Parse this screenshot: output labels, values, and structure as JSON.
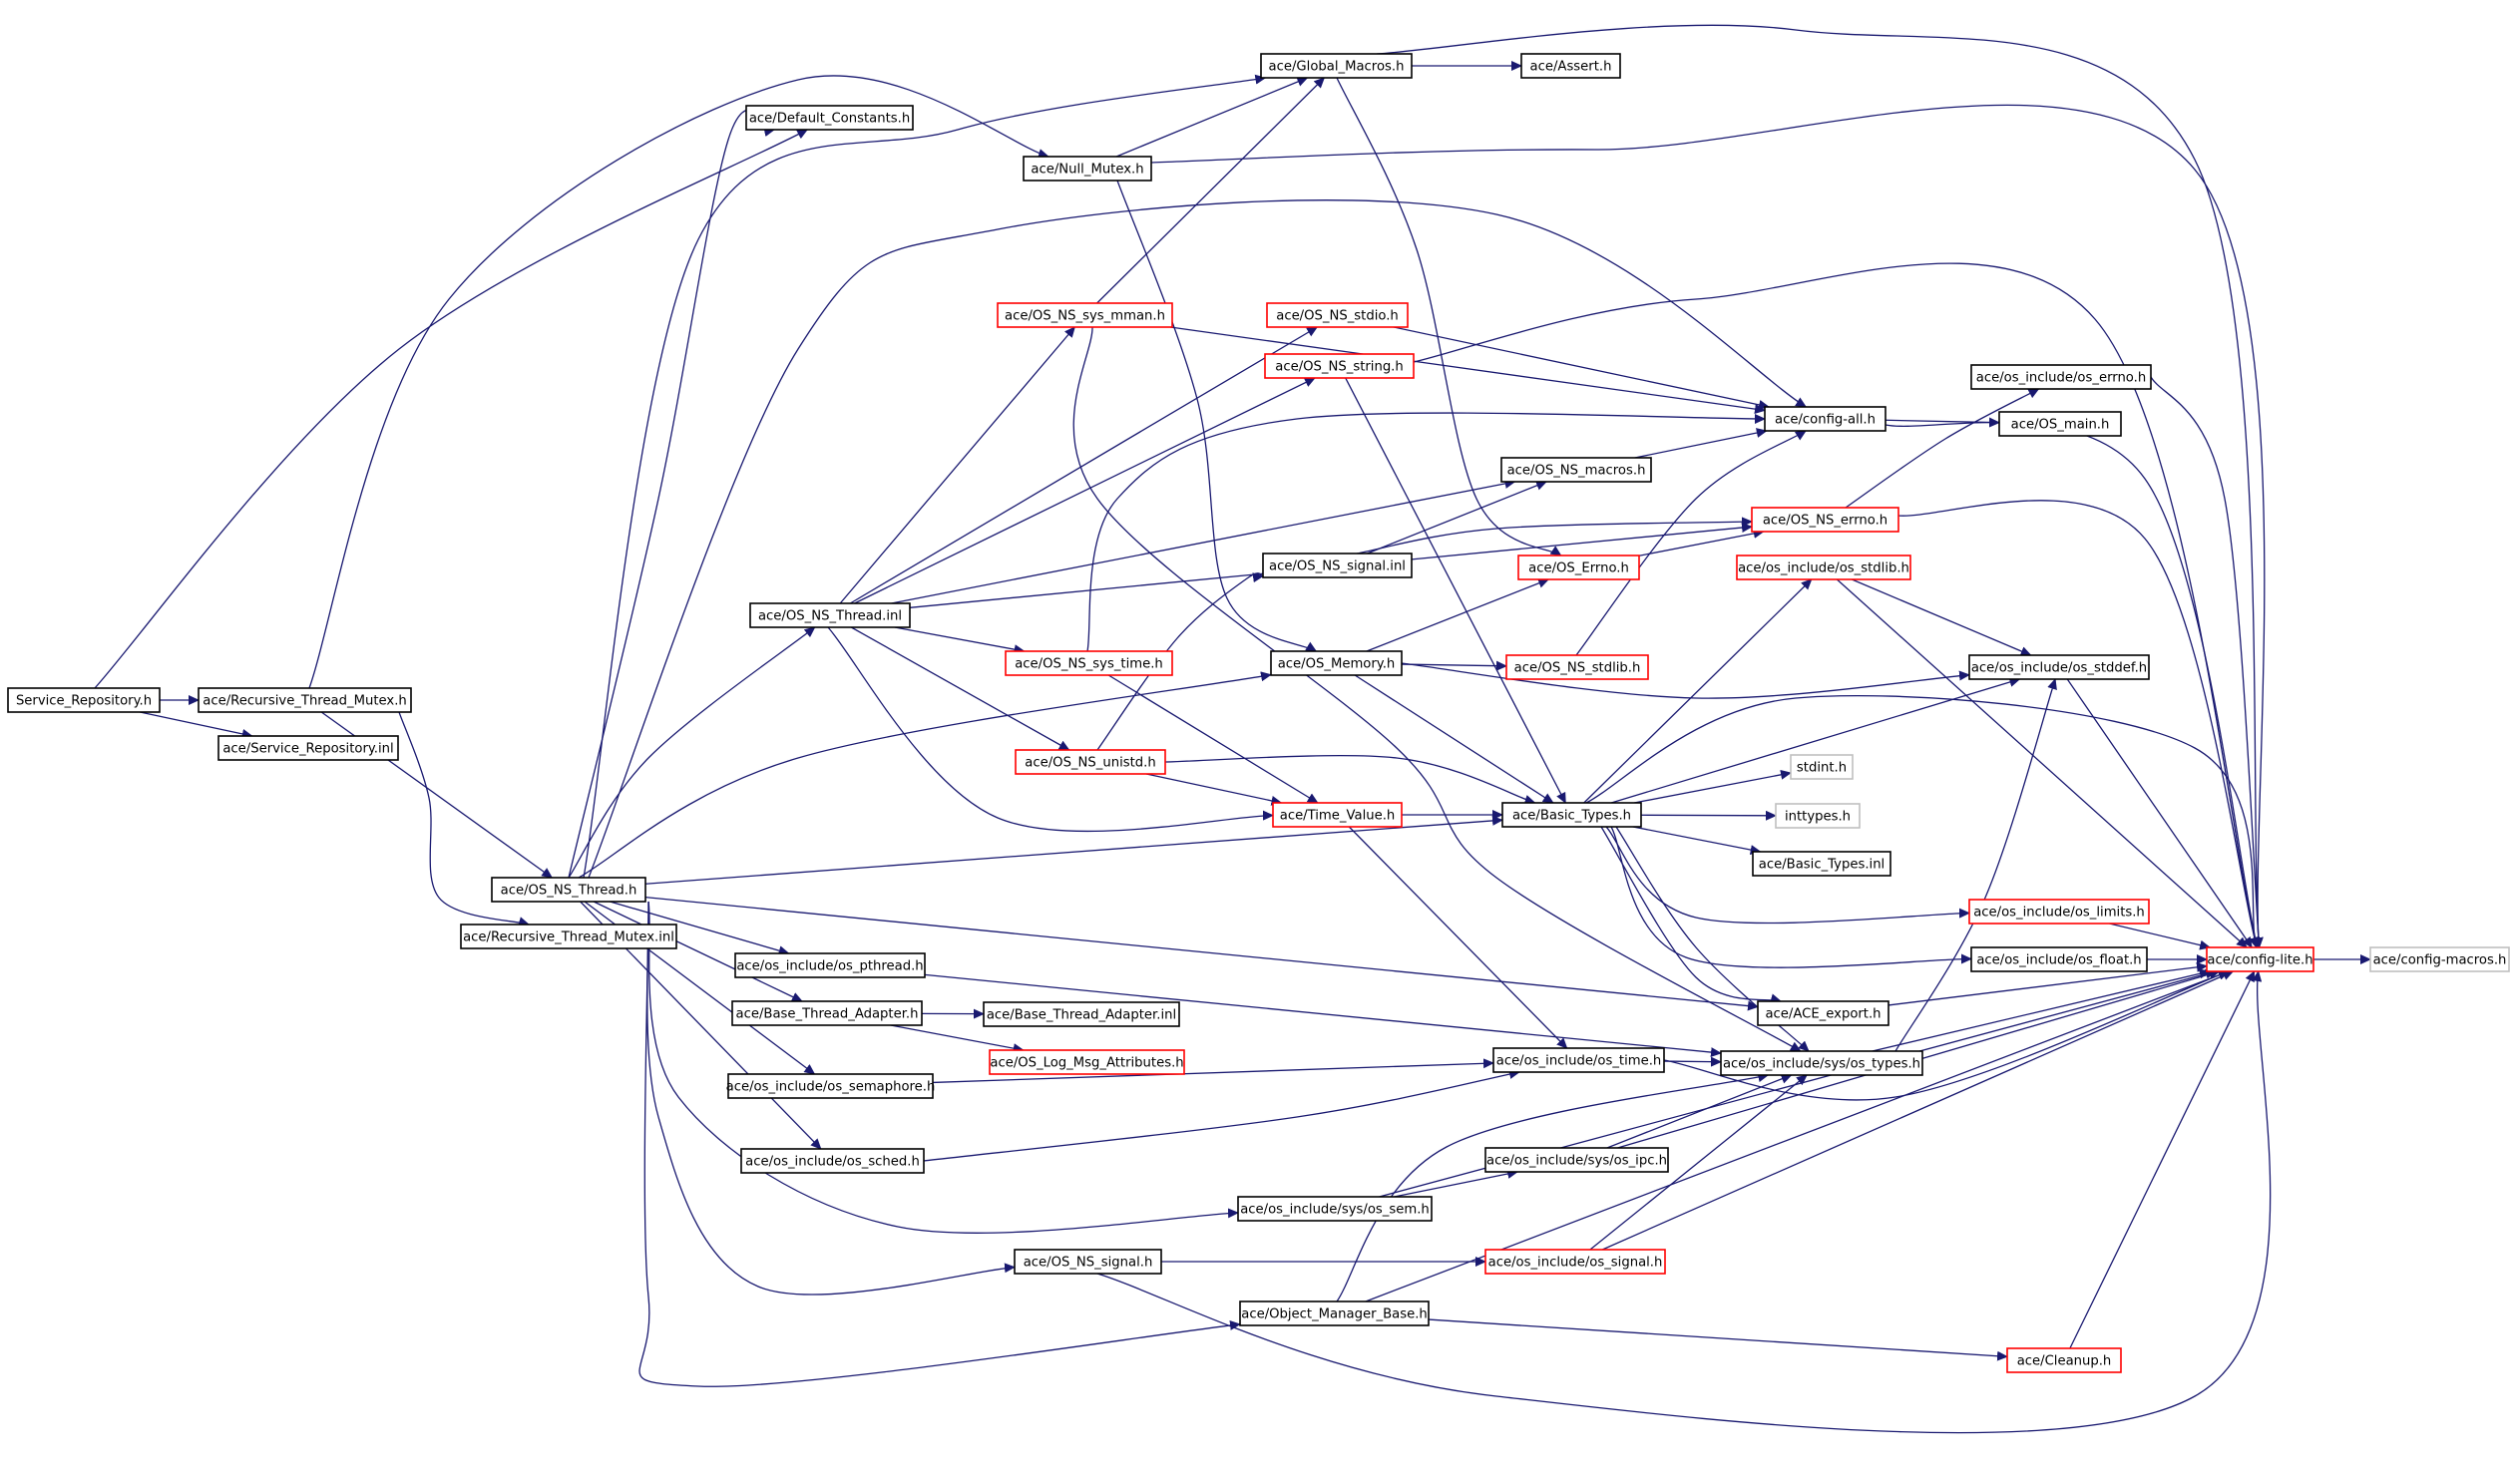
{
  "colors": {
    "edge": "#191970",
    "arrowhead": "#191970",
    "box_normal": "#000000",
    "box_truncated": "#ff0000",
    "box_external": "#bfbfbf",
    "root_fill": "#bfbfbf",
    "background": "#ffffff"
  },
  "node_kinds": {
    "root": "current file (grey fill)",
    "normal": "black border",
    "truncated": "red border",
    "external": "light grey border"
  },
  "nodes": [
    {
      "id": "n0",
      "label": "Service_Repository.h",
      "kind": "root"
    },
    {
      "id": "n1",
      "label": "ace/Recursive_Thread_Mutex.h",
      "kind": "normal"
    },
    {
      "id": "n2",
      "label": "ace/Service_Repository.inl",
      "kind": "normal"
    },
    {
      "id": "n3",
      "label": "ace/Default_Constants.h",
      "kind": "normal"
    },
    {
      "id": "n4",
      "label": "ace/Global_Macros.h",
      "kind": "normal"
    },
    {
      "id": "n5",
      "label": "ace/Assert.h",
      "kind": "normal"
    },
    {
      "id": "n6",
      "label": "ace/Null_Mutex.h",
      "kind": "normal"
    },
    {
      "id": "n7",
      "label": "ace/OS_NS_sys_mman.h",
      "kind": "truncated"
    },
    {
      "id": "n8",
      "label": "ace/OS_NS_stdio.h",
      "kind": "truncated"
    },
    {
      "id": "n9",
      "label": "ace/OS_NS_string.h",
      "kind": "truncated"
    },
    {
      "id": "n10",
      "label": "ace/os_include/os_errno.h",
      "kind": "normal"
    },
    {
      "id": "n11",
      "label": "ace/config-all.h",
      "kind": "normal"
    },
    {
      "id": "n12",
      "label": "ace/OS_main.h",
      "kind": "normal"
    },
    {
      "id": "n13",
      "label": "ace/OS_NS_macros.h",
      "kind": "normal"
    },
    {
      "id": "n14",
      "label": "ace/OS_NS_errno.h",
      "kind": "truncated"
    },
    {
      "id": "n15",
      "label": "ace/OS_NS_signal.inl",
      "kind": "normal"
    },
    {
      "id": "n16",
      "label": "ace/OS_Errno.h",
      "kind": "truncated"
    },
    {
      "id": "n17",
      "label": "ace/os_include/os_stdlib.h",
      "kind": "truncated"
    },
    {
      "id": "n18",
      "label": "ace/OS_NS_Thread.inl",
      "kind": "normal"
    },
    {
      "id": "n19",
      "label": "ace/OS_NS_sys_time.h",
      "kind": "truncated"
    },
    {
      "id": "n20",
      "label": "ace/OS_Memory.h",
      "kind": "normal"
    },
    {
      "id": "n21",
      "label": "ace/OS_NS_stdlib.h",
      "kind": "truncated"
    },
    {
      "id": "n22",
      "label": "ace/os_include/os_stddef.h",
      "kind": "normal"
    },
    {
      "id": "n23",
      "label": "stdint.h",
      "kind": "external"
    },
    {
      "id": "n24",
      "label": "ace/OS_NS_unistd.h",
      "kind": "truncated"
    },
    {
      "id": "n25",
      "label": "ace/Basic_Types.h",
      "kind": "normal"
    },
    {
      "id": "n26",
      "label": "inttypes.h",
      "kind": "external"
    },
    {
      "id": "n27",
      "label": "ace/Time_Value.h",
      "kind": "truncated"
    },
    {
      "id": "n28",
      "label": "ace/Basic_Types.inl",
      "kind": "normal"
    },
    {
      "id": "n29",
      "label": "ace/OS_NS_Thread.h",
      "kind": "normal"
    },
    {
      "id": "n30",
      "label": "ace/Recursive_Thread_Mutex.inl",
      "kind": "normal"
    },
    {
      "id": "n31",
      "label": "ace/os_include/os_limits.h",
      "kind": "truncated"
    },
    {
      "id": "n32",
      "label": "ace/os_include/os_pthread.h",
      "kind": "normal"
    },
    {
      "id": "n33",
      "label": "ace/os_include/os_float.h",
      "kind": "normal"
    },
    {
      "id": "n34",
      "label": "ace/config-lite.h",
      "kind": "truncated"
    },
    {
      "id": "n35",
      "label": "ace/config-macros.h",
      "kind": "external"
    },
    {
      "id": "n36",
      "label": "ace/Base_Thread_Adapter.h",
      "kind": "normal"
    },
    {
      "id": "n37",
      "label": "ace/Base_Thread_Adapter.inl",
      "kind": "normal"
    },
    {
      "id": "n38",
      "label": "ace/ACE_export.h",
      "kind": "normal"
    },
    {
      "id": "n39",
      "label": "ace/OS_Log_Msg_Attributes.h",
      "kind": "truncated"
    },
    {
      "id": "n40",
      "label": "ace/os_include/os_time.h",
      "kind": "normal"
    },
    {
      "id": "n41",
      "label": "ace/os_include/sys/os_types.h",
      "kind": "normal"
    },
    {
      "id": "n42",
      "label": "ace/os_include/os_semaphore.h",
      "kind": "normal"
    },
    {
      "id": "n43",
      "label": "ace/os_include/os_sched.h",
      "kind": "normal"
    },
    {
      "id": "n44",
      "label": "ace/os_include/sys/os_ipc.h",
      "kind": "normal"
    },
    {
      "id": "n45",
      "label": "ace/os_include/sys/os_sem.h",
      "kind": "normal"
    },
    {
      "id": "n46",
      "label": "ace/OS_NS_signal.h",
      "kind": "normal"
    },
    {
      "id": "n47",
      "label": "ace/os_include/os_signal.h",
      "kind": "truncated"
    },
    {
      "id": "n48",
      "label": "ace/Object_Manager_Base.h",
      "kind": "normal"
    },
    {
      "id": "n49",
      "label": "ace/Cleanup.h",
      "kind": "truncated"
    }
  ],
  "edges": [
    [
      "n0",
      "n1"
    ],
    [
      "n0",
      "n2"
    ],
    [
      "n0",
      "n3"
    ],
    [
      "n1",
      "n6"
    ],
    [
      "n1",
      "n29"
    ],
    [
      "n1",
      "n30"
    ],
    [
      "n4",
      "n5"
    ],
    [
      "n4",
      "n34"
    ],
    [
      "n4",
      "n16"
    ],
    [
      "n6",
      "n4"
    ],
    [
      "n6",
      "n34"
    ],
    [
      "n6",
      "n20"
    ],
    [
      "n7",
      "n4"
    ],
    [
      "n7",
      "n11"
    ],
    [
      "n7",
      "n41"
    ],
    [
      "n8",
      "n11"
    ],
    [
      "n9",
      "n34"
    ],
    [
      "n9",
      "n25"
    ],
    [
      "n10",
      "n34"
    ],
    [
      "n11",
      "n12"
    ],
    [
      "n11",
      "n34"
    ],
    [
      "n13",
      "n11"
    ],
    [
      "n14",
      "n10"
    ],
    [
      "n14",
      "n34"
    ],
    [
      "n15",
      "n13"
    ],
    [
      "n15",
      "n14"
    ],
    [
      "n16",
      "n14"
    ],
    [
      "n17",
      "n22"
    ],
    [
      "n17",
      "n34"
    ],
    [
      "n18",
      "n7"
    ],
    [
      "n18",
      "n8"
    ],
    [
      "n18",
      "n9"
    ],
    [
      "n18",
      "n13"
    ],
    [
      "n18",
      "n14"
    ],
    [
      "n18",
      "n19"
    ],
    [
      "n18",
      "n24"
    ],
    [
      "n18",
      "n27"
    ],
    [
      "n19",
      "n11"
    ],
    [
      "n19",
      "n27"
    ],
    [
      "n20",
      "n16"
    ],
    [
      "n20",
      "n21"
    ],
    [
      "n20",
      "n25"
    ],
    [
      "n20",
      "n22"
    ],
    [
      "n21",
      "n11"
    ],
    [
      "n22",
      "n34"
    ],
    [
      "n24",
      "n15"
    ],
    [
      "n24",
      "n27"
    ],
    [
      "n24",
      "n25"
    ],
    [
      "n25",
      "n17"
    ],
    [
      "n25",
      "n22"
    ],
    [
      "n25",
      "n23"
    ],
    [
      "n25",
      "n26"
    ],
    [
      "n25",
      "n28"
    ],
    [
      "n25",
      "n31"
    ],
    [
      "n25",
      "n33"
    ],
    [
      "n25",
      "n38"
    ],
    [
      "n25",
      "n41"
    ],
    [
      "n25",
      "n34"
    ],
    [
      "n27",
      "n25"
    ],
    [
      "n27",
      "n40"
    ],
    [
      "n29",
      "n3"
    ],
    [
      "n29",
      "n4"
    ],
    [
      "n29",
      "n11"
    ],
    [
      "n29",
      "n18"
    ],
    [
      "n29",
      "n20"
    ],
    [
      "n29",
      "n25"
    ],
    [
      "n29",
      "n32"
    ],
    [
      "n29",
      "n36"
    ],
    [
      "n29",
      "n42"
    ],
    [
      "n29",
      "n43"
    ],
    [
      "n29",
      "n45"
    ],
    [
      "n29",
      "n46"
    ],
    [
      "n29",
      "n48"
    ],
    [
      "n29",
      "n38"
    ],
    [
      "n31",
      "n34"
    ],
    [
      "n32",
      "n41"
    ],
    [
      "n33",
      "n34"
    ],
    [
      "n34",
      "n35"
    ],
    [
      "n36",
      "n37"
    ],
    [
      "n36",
      "n39"
    ],
    [
      "n38",
      "n34"
    ],
    [
      "n40",
      "n41"
    ],
    [
      "n40",
      "n34"
    ],
    [
      "n41",
      "n22"
    ],
    [
      "n41",
      "n34"
    ],
    [
      "n42",
      "n40"
    ],
    [
      "n43",
      "n40"
    ],
    [
      "n44",
      "n41"
    ],
    [
      "n44",
      "n34"
    ],
    [
      "n45",
      "n44"
    ],
    [
      "n45",
      "n34"
    ],
    [
      "n46",
      "n47"
    ],
    [
      "n46",
      "n34"
    ],
    [
      "n47",
      "n41"
    ],
    [
      "n47",
      "n34"
    ],
    [
      "n48",
      "n41"
    ],
    [
      "n48",
      "n34"
    ],
    [
      "n48",
      "n49"
    ],
    [
      "n49",
      "n34"
    ]
  ]
}
